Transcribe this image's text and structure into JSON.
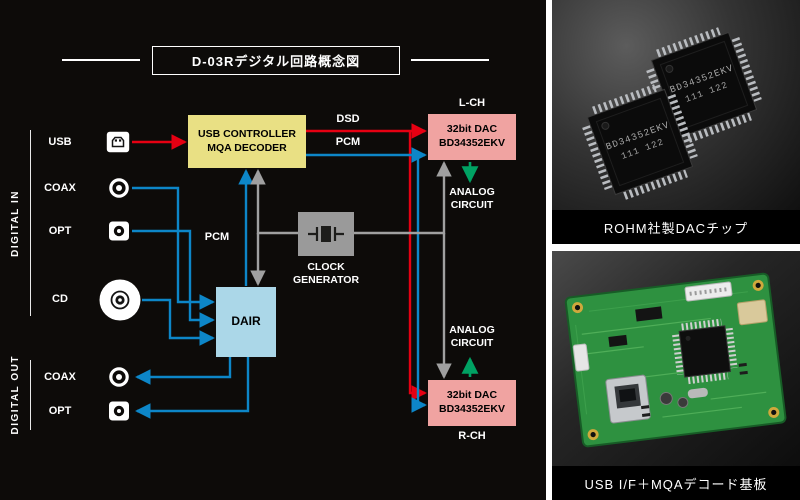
{
  "diagram": {
    "title": "D-03Rデジタル回路概念図",
    "rails": {
      "in": "DIGITAL IN",
      "out": "DIGITAL OUT"
    },
    "ports": {
      "usb": "USB",
      "coax_in": "COAX",
      "opt_in": "OPT",
      "cd": "CD",
      "coax_out": "COAX",
      "opt_out": "OPT"
    },
    "blocks": {
      "usb_controller": {
        "line1": "USB CONTROLLER",
        "line2": "MQA DECODER"
      },
      "dac": {
        "line1": "32bit DAC",
        "line2": "BD34352EKV"
      },
      "dair": "DAIR",
      "clock": {
        "line1": "CLOCK",
        "line2": "GENERATOR"
      }
    },
    "signals": {
      "dsd": "DSD",
      "pcm": "PCM",
      "pcm_dair": "PCM",
      "l_ch": "L-CH",
      "r_ch": "R-CH",
      "analog": {
        "line1": "ANALOG",
        "line2": "CIRCUIT"
      }
    },
    "colors": {
      "red": "#e60012",
      "blue": "#0d86c8",
      "gray": "#a0a0a0",
      "green": "#00a263",
      "usb_controller_bg": "#e9e084",
      "dac_bg": "#f0a3a1",
      "dair_bg": "#abd7e8",
      "clock_bg": "#9a9a9a",
      "background": "#0d0b09"
    }
  },
  "photos": {
    "chip": {
      "caption": "ROHM社製DACチップ",
      "marking": {
        "line1": "BD34352EKV",
        "line2": "111 122"
      }
    },
    "pcb": {
      "caption": "USB I/F＋MQAデコード基板"
    }
  }
}
